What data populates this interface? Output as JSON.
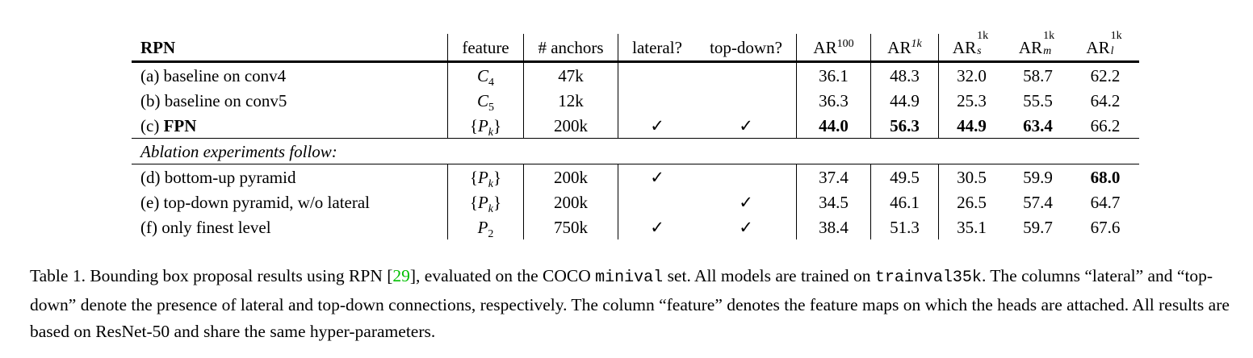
{
  "table": {
    "headers": {
      "rpn": "RPN",
      "feature": "feature",
      "anchors": "# anchors",
      "lateral": "lateral?",
      "topdown": "top-down?",
      "ar100_base": "AR",
      "ar100_sup": "100",
      "ar1k_base": "AR",
      "ar1k_sup": "1k",
      "ars_base": "AR",
      "ars_sup": "1k",
      "ars_sub": "s",
      "arm_base": "AR",
      "arm_sup": "1k",
      "arm_sub": "m",
      "arl_base": "AR",
      "arl_sup": "1k",
      "arl_sub": "l"
    },
    "rows": [
      {
        "label_prefix": "(a) baseline on conv4",
        "label_bold": "",
        "feature_base": "C",
        "feature_sub": "4",
        "anchors": "47k",
        "lateral": "",
        "topdown": "",
        "ar100": "36.1",
        "ar1k": "48.3",
        "ars": "32.0",
        "arm": "58.7",
        "arl": "62.2"
      },
      {
        "label_prefix": "(b) baseline on conv5",
        "label_bold": "",
        "feature_base": "C",
        "feature_sub": "5",
        "anchors": "12k",
        "lateral": "",
        "topdown": "",
        "ar100": "36.3",
        "ar1k": "44.9",
        "ars": "25.3",
        "arm": "55.5",
        "arl": "64.2"
      },
      {
        "label_prefix": "(c) ",
        "label_bold": "FPN",
        "feature_open": "{",
        "feature_base": "P",
        "feature_sub": "k",
        "feature_close": "}",
        "anchors": "200k",
        "lateral": "✓",
        "topdown": "✓",
        "ar100": "44.0",
        "ar1k": "56.3",
        "ars": "44.9",
        "arm": "63.4",
        "arl": "66.2"
      }
    ],
    "section_label": "Ablation experiments follow:",
    "ablation_rows": [
      {
        "label": "(d) bottom-up pyramid",
        "feature_open": "{",
        "feature_base": "P",
        "feature_sub": "k",
        "feature_close": "}",
        "anchors": "200k",
        "lateral": "✓",
        "topdown": "",
        "ar100": "37.4",
        "ar1k": "49.5",
        "ars": "30.5",
        "arm": "59.9",
        "arl": "68.0"
      },
      {
        "label": "(e) top-down pyramid, w/o lateral",
        "feature_open": "{",
        "feature_base": "P",
        "feature_sub": "k",
        "feature_close": "}",
        "anchors": "200k",
        "lateral": "",
        "topdown": "✓",
        "ar100": "34.5",
        "ar1k": "46.1",
        "ars": "26.5",
        "arm": "57.4",
        "arl": "64.7"
      },
      {
        "label": "(f) only finest level",
        "feature_base": "P",
        "feature_sub": "2",
        "anchors": "750k",
        "lateral": "✓",
        "topdown": "✓",
        "ar100": "38.4",
        "ar1k": "51.3",
        "ars": "35.1",
        "arm": "59.7",
        "arl": "67.6"
      }
    ]
  },
  "caption": {
    "part1": "Table 1. Bounding box proposal results using RPN [",
    "cite": "29",
    "part2": "], evaluated on the COCO ",
    "code1": "minival",
    "part3": " set. All models are trained on ",
    "code2": "trainval35k",
    "part4": ". The columns “lateral” and “top-down” denote the presence of lateral and top-down connections, respectively. The column “feature” denotes the feature maps on which the heads are attached. All results are based on ResNet-50 and share the same hyper-parameters.",
    "cite_color": "#00c000"
  }
}
